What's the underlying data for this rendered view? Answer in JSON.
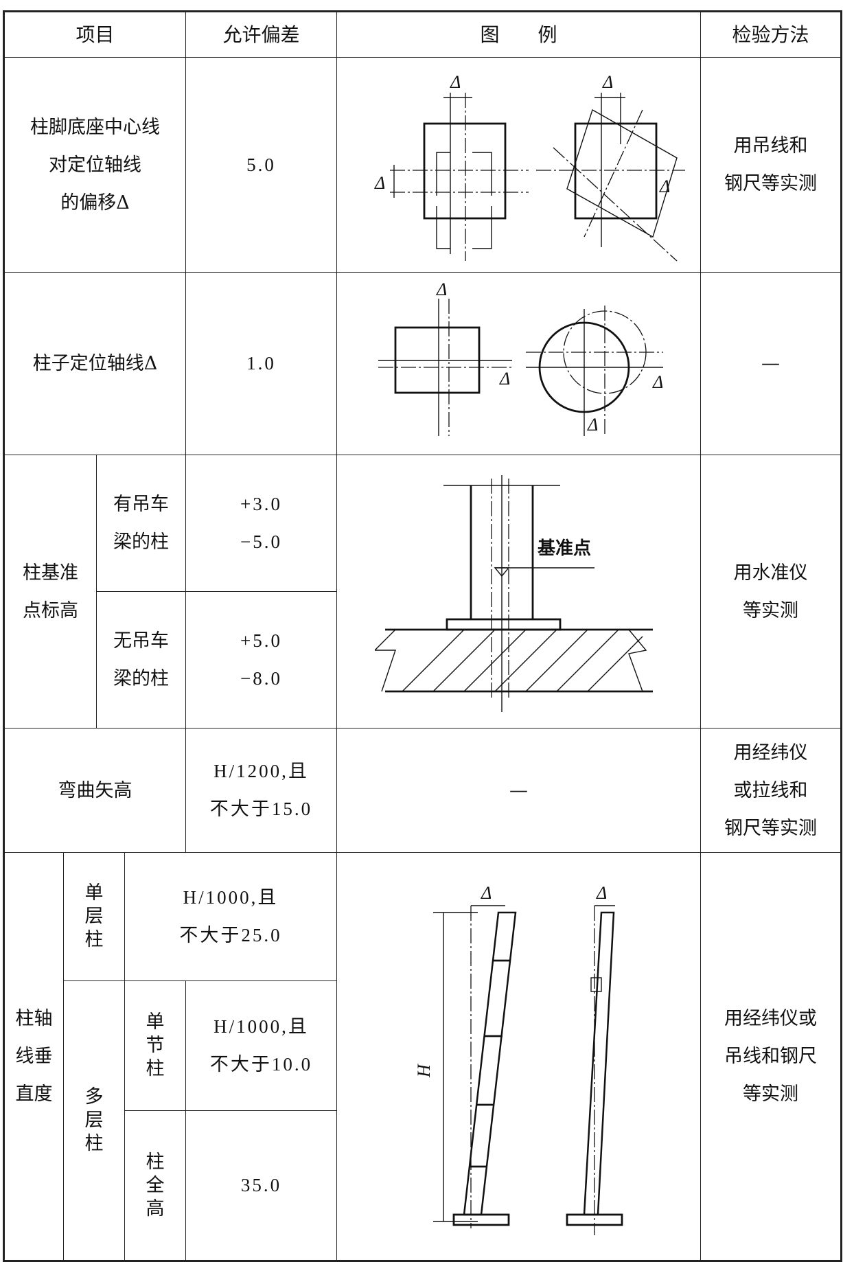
{
  "headers": {
    "item": "项目",
    "tolerance": "允许偏差",
    "figure": "图　　例",
    "method": "检验方法"
  },
  "rows": {
    "base_center": {
      "item": [
        "柱脚底座中心线",
        "对定位轴线",
        "的偏移Δ"
      ],
      "tolerance": "5.0",
      "method": [
        "用吊线和",
        "钢尺等实测"
      ],
      "fig_label": "Δ"
    },
    "axis": {
      "item": "柱子定位轴线Δ",
      "tolerance": "1.0",
      "method": "—",
      "fig_label": "Δ"
    },
    "datum": {
      "item": [
        "柱基准",
        "点标高"
      ],
      "with_crane": {
        "label": [
          "有吊车",
          "梁的柱"
        ],
        "tolerance": [
          "+3.0",
          "−5.0"
        ]
      },
      "without_crane": {
        "label": [
          "无吊车",
          "梁的柱"
        ],
        "tolerance": [
          "+5.0",
          "−8.0"
        ]
      },
      "method": [
        "用水准仪",
        "等实测"
      ],
      "fig_label": "基准点"
    },
    "bending": {
      "item": "弯曲矢高",
      "tolerance": [
        "H/1200,且",
        "不大于15.0"
      ],
      "figure": "—",
      "method": [
        "用经纬仪",
        "或拉线和",
        "钢尺等实测"
      ]
    },
    "verticality": {
      "item": [
        "柱",
        "轴",
        "线垂",
        "直度"
      ],
      "item_lines": [
        "柱轴",
        "线垂",
        "直度"
      ],
      "single": {
        "label": [
          "单",
          "层",
          "柱"
        ],
        "tolerance": [
          "H/1000,且",
          "不大于25.0"
        ]
      },
      "multi": {
        "label": [
          "多",
          "层",
          "柱"
        ],
        "segment": {
          "label": [
            "单",
            "节",
            "柱"
          ],
          "tolerance": [
            "H/1000,且",
            "不大于10.0"
          ]
        },
        "full": {
          "label": [
            "柱",
            "全",
            "高"
          ],
          "tolerance": "35.0"
        }
      },
      "method": [
        "用经纬仪或",
        "吊线和钢尺",
        "等实测"
      ],
      "fig_label_h": "H",
      "fig_label_d": "Δ"
    }
  }
}
